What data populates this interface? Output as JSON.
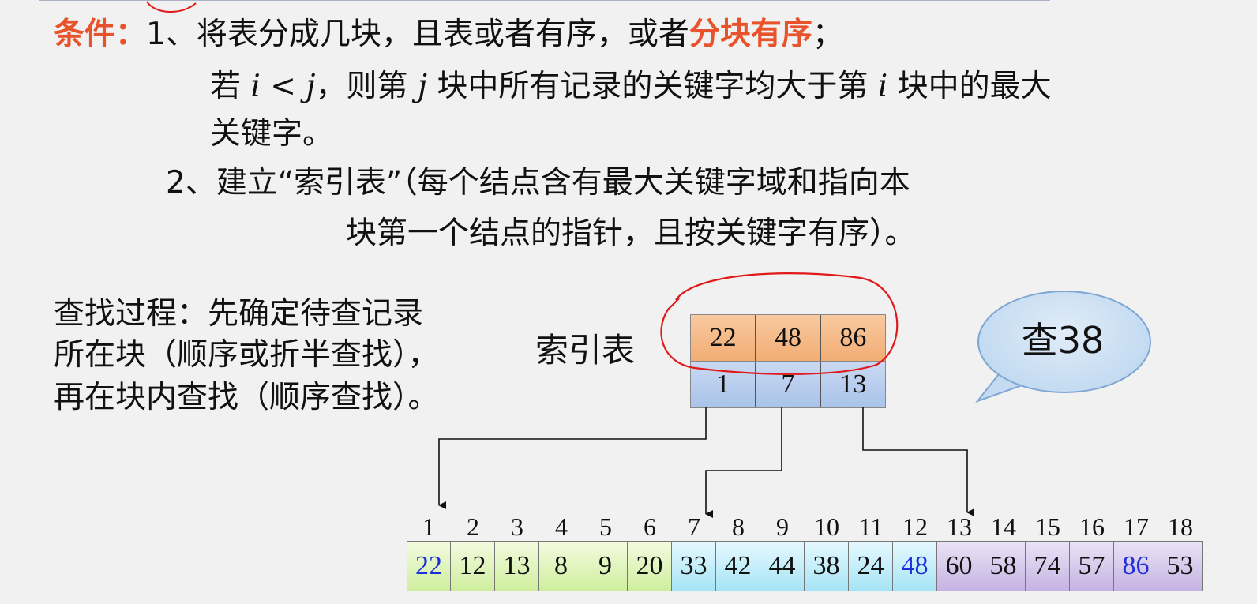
{
  "condition": {
    "label": "条件：",
    "line1_pre": "1、将表分成几块，且表或者有序，或者",
    "line1_highlight": "分块有序",
    "line1_post": "；",
    "line2_a": "若 ",
    "line2_i": "i",
    "line2_b": " < ",
    "line2_j": "j",
    "line2_c": "，则第 ",
    "line2_j2": "j",
    "line2_d": " 块中所有记录的关键字均大于第 ",
    "line2_i2": "i",
    "line2_e": " 块中的最大",
    "line3": "关键字。",
    "line4": "2、建立“索引表”（每个结点含有最大关键字域和指向本",
    "line5": "块第一个结点的指针，且按关键字有序）。"
  },
  "process": {
    "line1": "查找过程：先确定待查记录",
    "line2": "所在块（顺序或折半查找），",
    "line3": "再在块内查找（顺序查找）。"
  },
  "index_table": {
    "label": "索引表",
    "keys": [
      "22",
      "48",
      "86"
    ],
    "pointers": [
      "1",
      "7",
      "13"
    ]
  },
  "bubble": {
    "text": "查38"
  },
  "array": {
    "indices": [
      "1",
      "2",
      "3",
      "4",
      "5",
      "6",
      "7",
      "8",
      "9",
      "10",
      "11",
      "12",
      "13",
      "14",
      "15",
      "16",
      "17",
      "18"
    ],
    "values": [
      "22",
      "12",
      "13",
      "8",
      "9",
      "20",
      "33",
      "42",
      "44",
      "38",
      "24",
      "48",
      "60",
      "58",
      "74",
      "57",
      "86",
      "53"
    ]
  }
}
